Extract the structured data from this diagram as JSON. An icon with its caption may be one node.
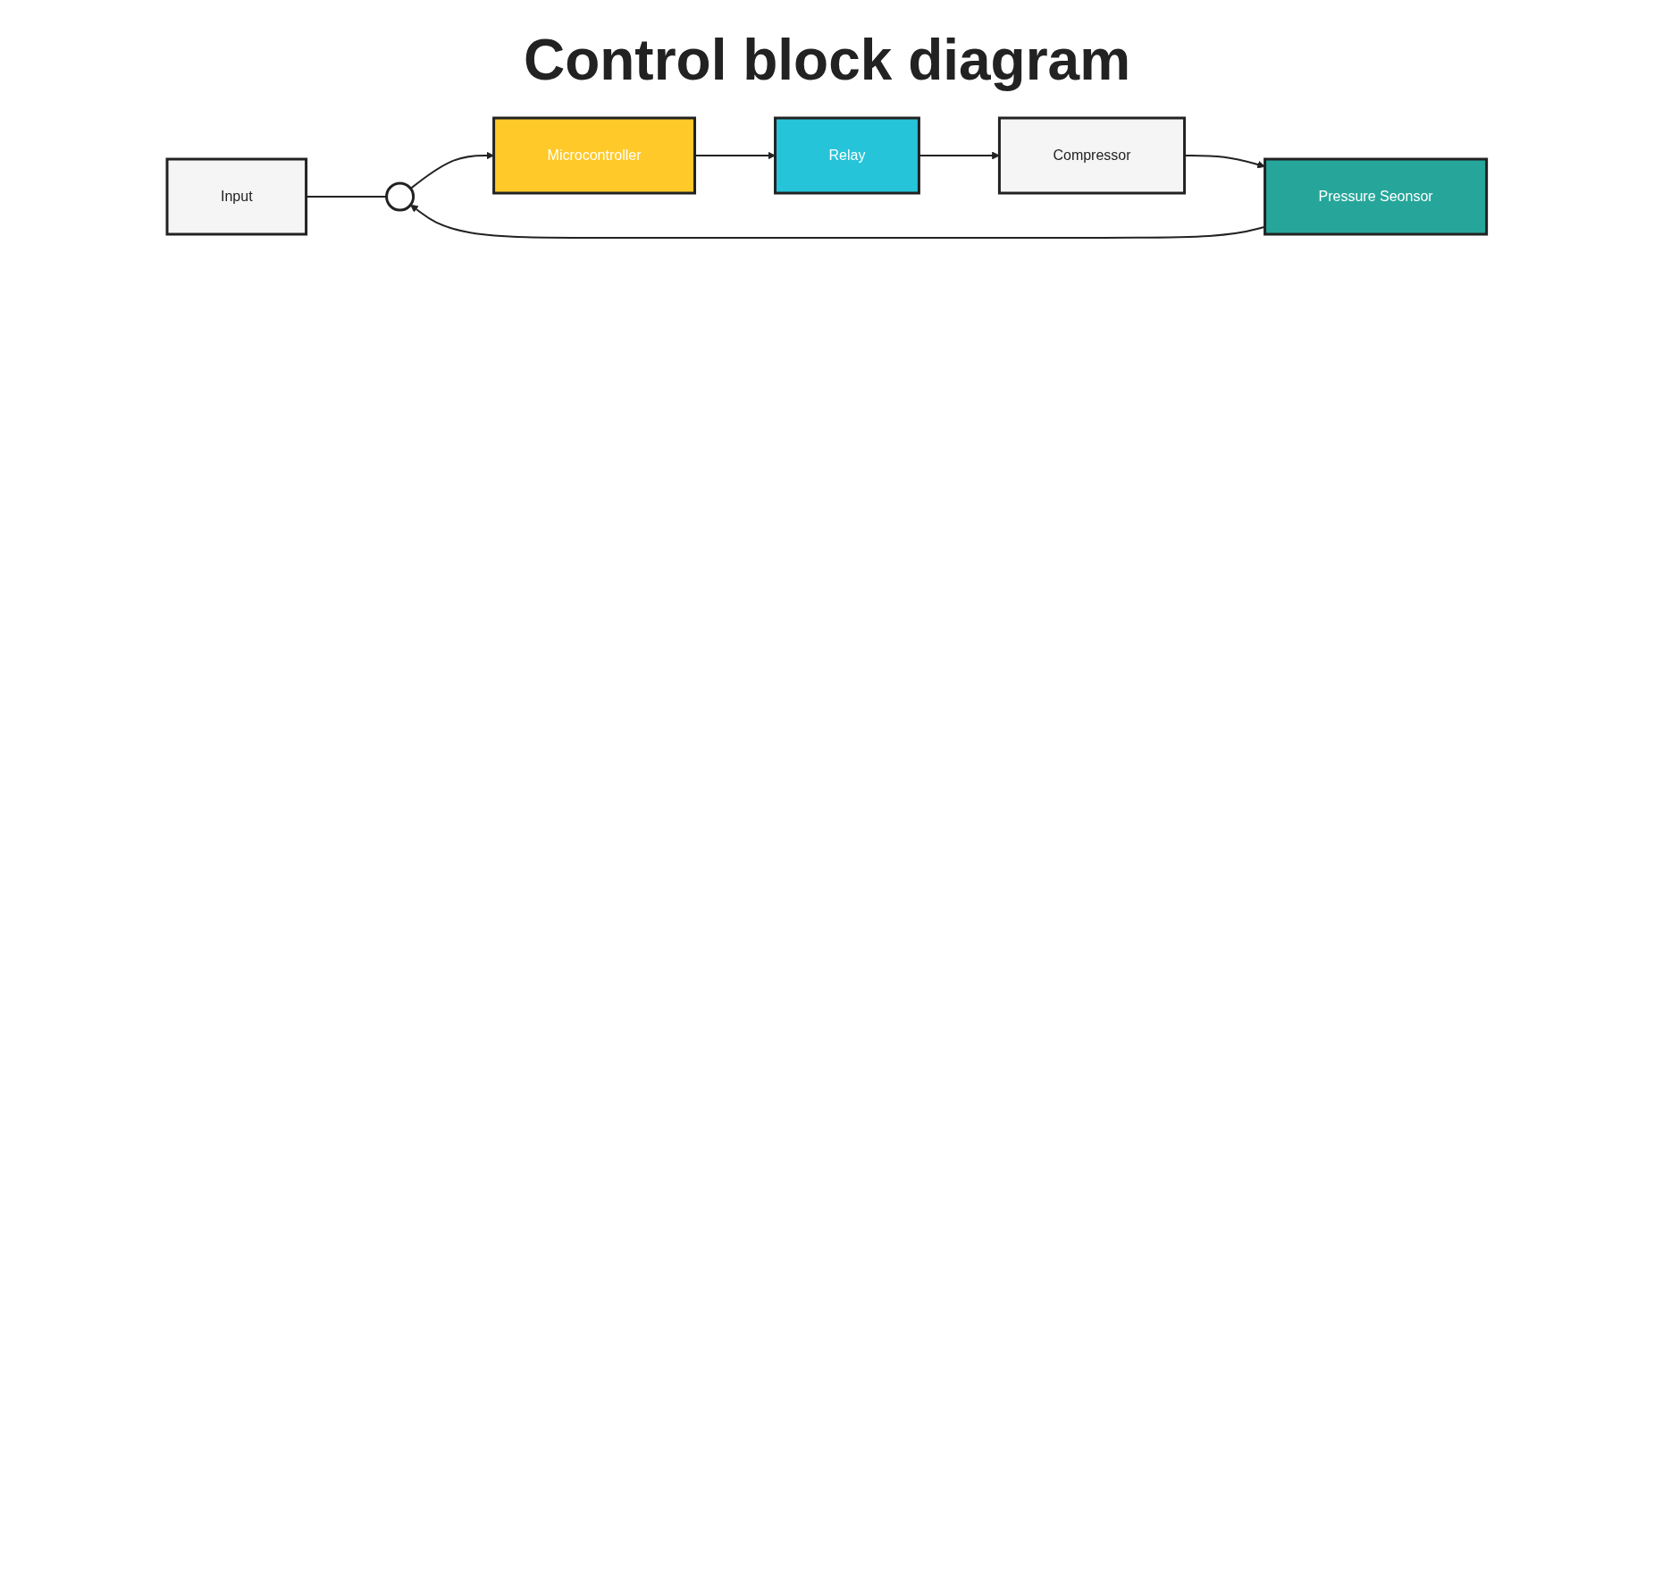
{
  "diagram": {
    "title": "Control block diagram",
    "nodes": [
      {
        "text": [
          "Input"
        ]
      },
      {
        "text": [],
        "shape": "circle"
      },
      {
        "text": [
          "Microcontroller"
        ]
      },
      {
        "text": [
          "Relay"
        ]
      },
      {
        "text": [
          "Compressor"
        ]
      },
      {
        "text": [
          "Pressure Seonsor"
        ]
      }
    ],
    "edges": [
      {
        "from": 0,
        "to": 1,
        "arrow": "none"
      },
      {
        "from": 1,
        "to": 2,
        "arrow": "to"
      },
      {
        "from": 2,
        "to": 3,
        "arrow": "to"
      },
      {
        "from": 3,
        "to": 4,
        "arrow": "to"
      },
      {
        "from": 4,
        "to": 5,
        "arrow": "to"
      },
      {
        "from": 5,
        "to": 1,
        "arrow": "to"
      }
    ]
  }
}
